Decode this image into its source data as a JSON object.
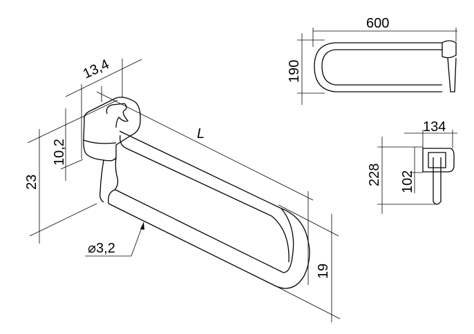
{
  "dimensions": {
    "width_13_4": "13,4",
    "height_10_2": "10,2",
    "height_23": "23",
    "length_L": "L",
    "diameter": "⌀3,2",
    "height_19": "19",
    "top_view_width": "600",
    "top_view_height": "190",
    "side_view_width": "134",
    "side_view_height": "228",
    "side_view_plate": "102"
  }
}
